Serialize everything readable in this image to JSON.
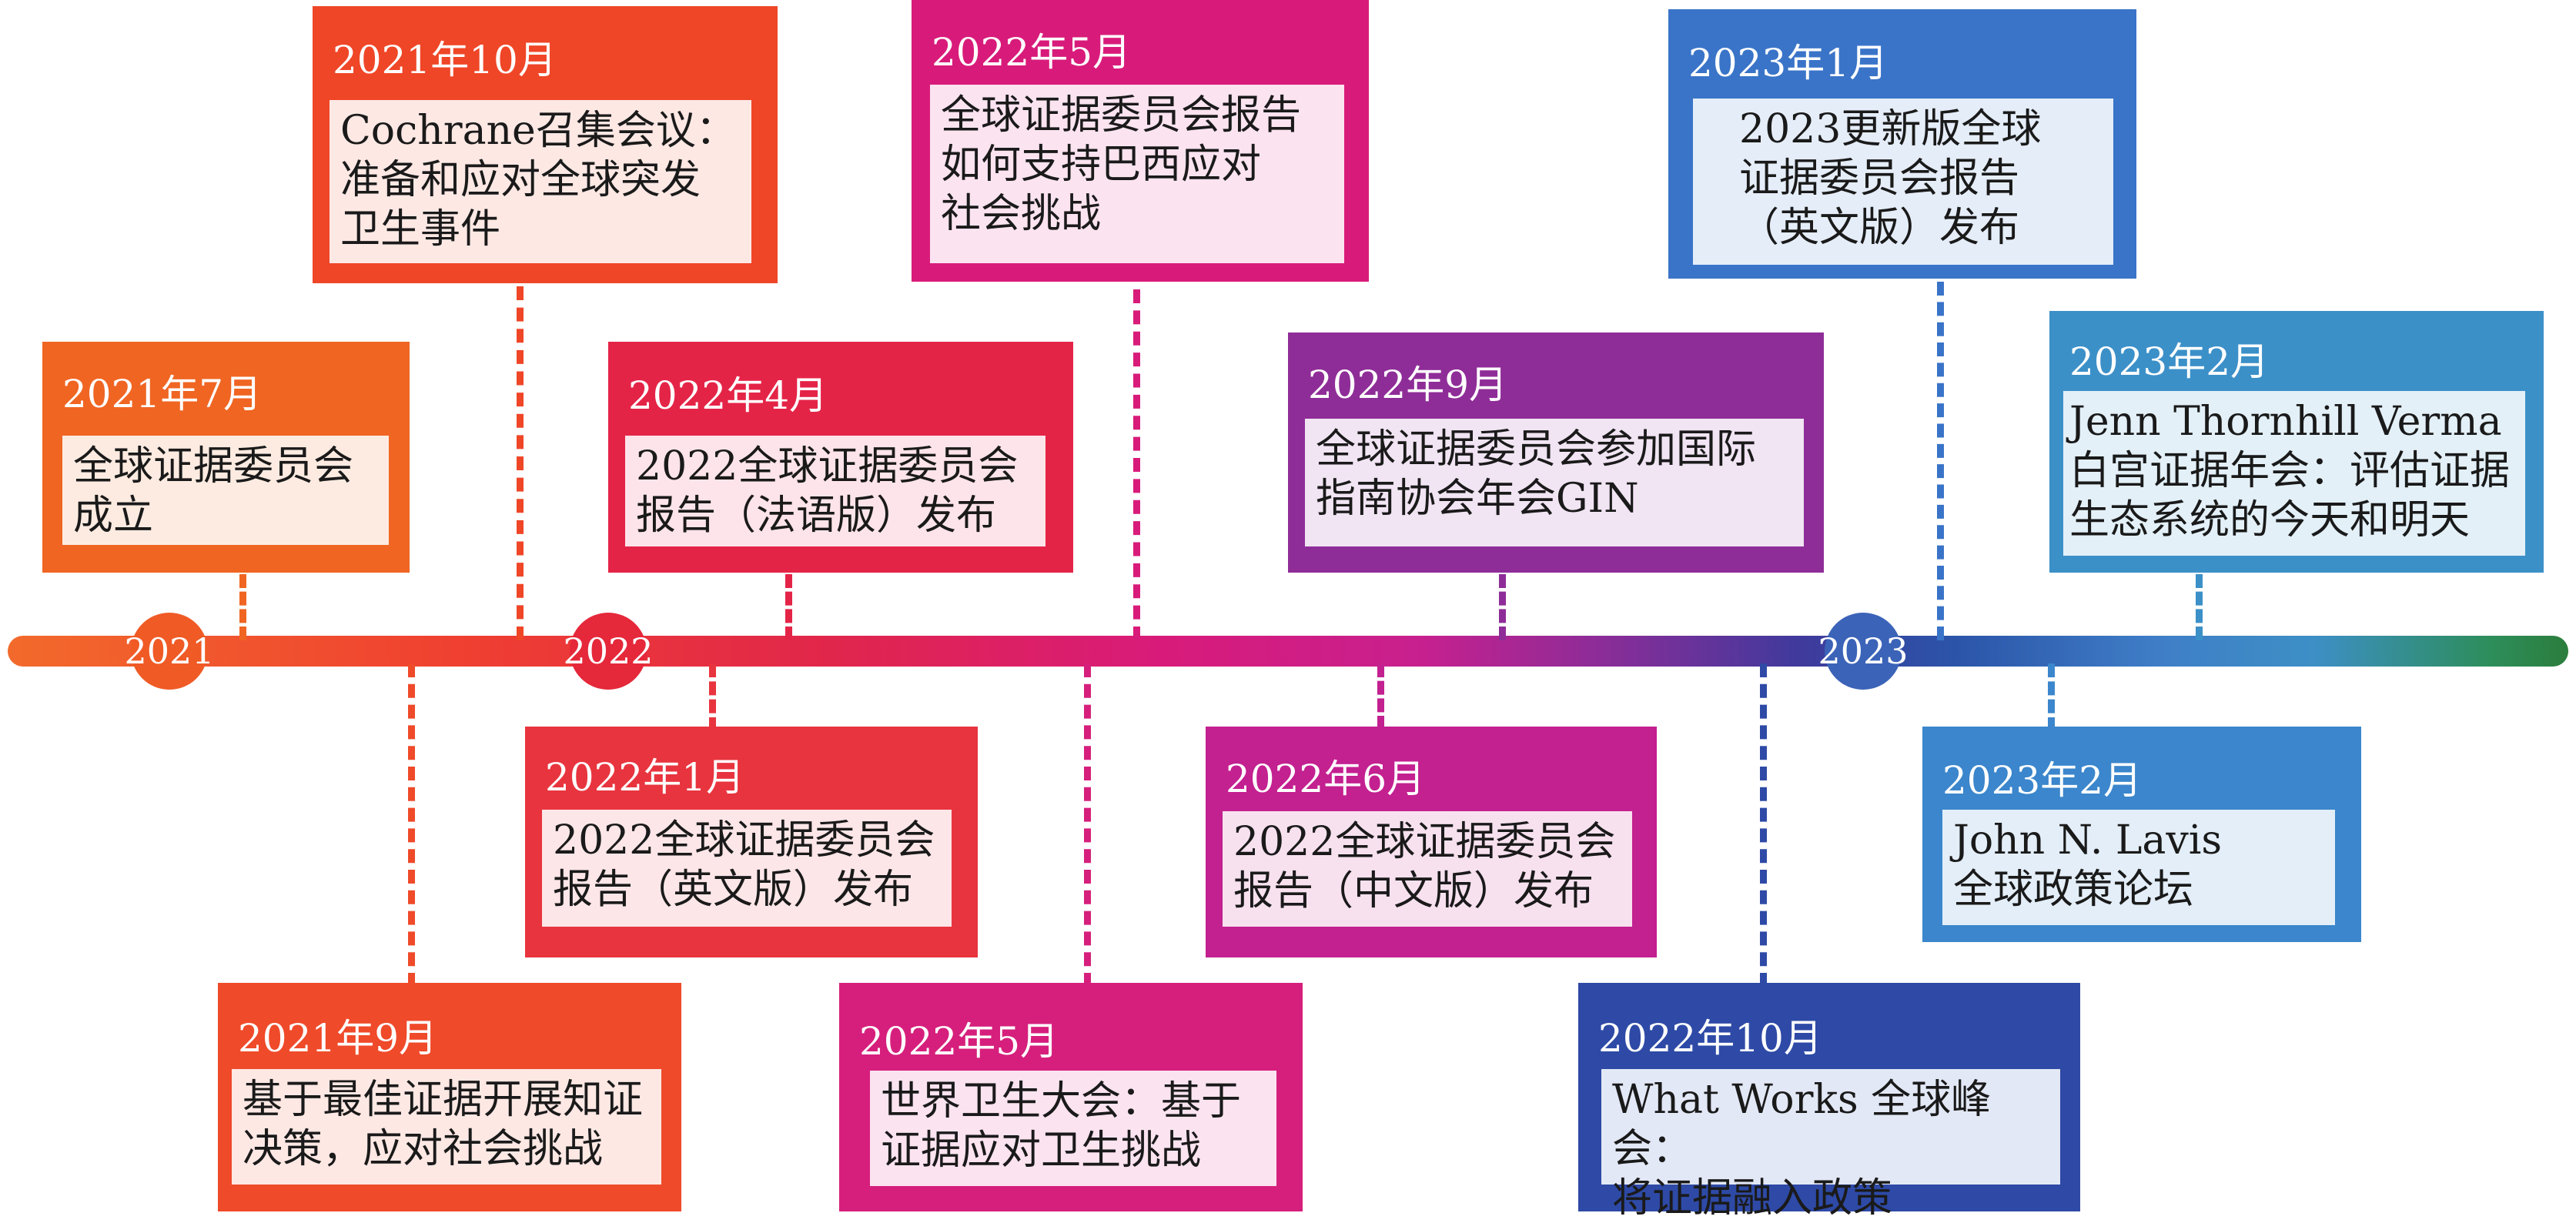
{
  "timeline": {
    "years": [
      "2021",
      "2022",
      "2023"
    ],
    "events": [
      {
        "id": "e1",
        "date": "2021年7月",
        "text": "全球证据委员会\n成立",
        "color": "#f06522",
        "text_bg": "#fdebe1"
      },
      {
        "id": "e2",
        "date": "2021年10月",
        "text": "Cochrane召集会议：\n准备和应对全球突发\n卫生事件",
        "color": "#ef4627",
        "text_bg": "#fde8e4"
      },
      {
        "id": "e3",
        "date": "2021年9月",
        "text": "基于最佳证据开展知证\n决策，应对社会挑战",
        "color": "#ef4a2a",
        "text_bg": "#fde8e4"
      },
      {
        "id": "e4",
        "date": "2022年1月",
        "text": "2022全球证据委员会\n报告（英文版）发布",
        "color": "#e8343e",
        "text_bg": "#fde6e8"
      },
      {
        "id": "e5",
        "date": "2022年4月",
        "text": "2022全球证据委员会\n报告（法语版）发布",
        "color": "#e42447",
        "text_bg": "#fde4ea"
      },
      {
        "id": "e6",
        "date": "2022年5月",
        "text": "全球证据委员会报告\n如何支持巴西应对\n社会挑战",
        "color": "#d81b7a",
        "text_bg": "#fbe3f0"
      },
      {
        "id": "e7",
        "date": "2022年5月",
        "text": "世界卫生大会：基于\n证据应对卫生挑战",
        "color": "#d61f7c",
        "text_bg": "#fbe3f0"
      },
      {
        "id": "e8",
        "date": "2022年6月",
        "text": "2022全球证据委员会\n报告（中文版）发布",
        "color": "#c32090",
        "text_bg": "#f7e1ef"
      },
      {
        "id": "e9",
        "date": "2022年9月",
        "text": "全球证据委员会参加国际\n指南协会年会GIN",
        "color": "#8f2d98",
        "text_bg": "#f1e4f3"
      },
      {
        "id": "e10",
        "date": "2022年10月",
        "text": "What Works 全球峰会：\n将证据融入政策",
        "color": "#2e4aa6",
        "text_bg": "#e3e8f6"
      },
      {
        "id": "e11",
        "date": "2023年1月",
        "text": "2023更新版全球\n证据委员会报告\n（英文版）发布",
        "color": "#3a74c8",
        "text_bg": "#e5edf8"
      },
      {
        "id": "e12",
        "date": "2023年2月",
        "text": "John N. Lavis\n全球政策论坛",
        "color": "#3b86cc",
        "text_bg": "#e3eef8"
      },
      {
        "id": "e13",
        "date": "2023年2月",
        "text": "Jenn Thornhill Verma\n白宫证据年会：评估证据\n生态系统的今天和明天",
        "color": "#3c90c8",
        "text_bg": "#e3f0f8"
      }
    ]
  }
}
